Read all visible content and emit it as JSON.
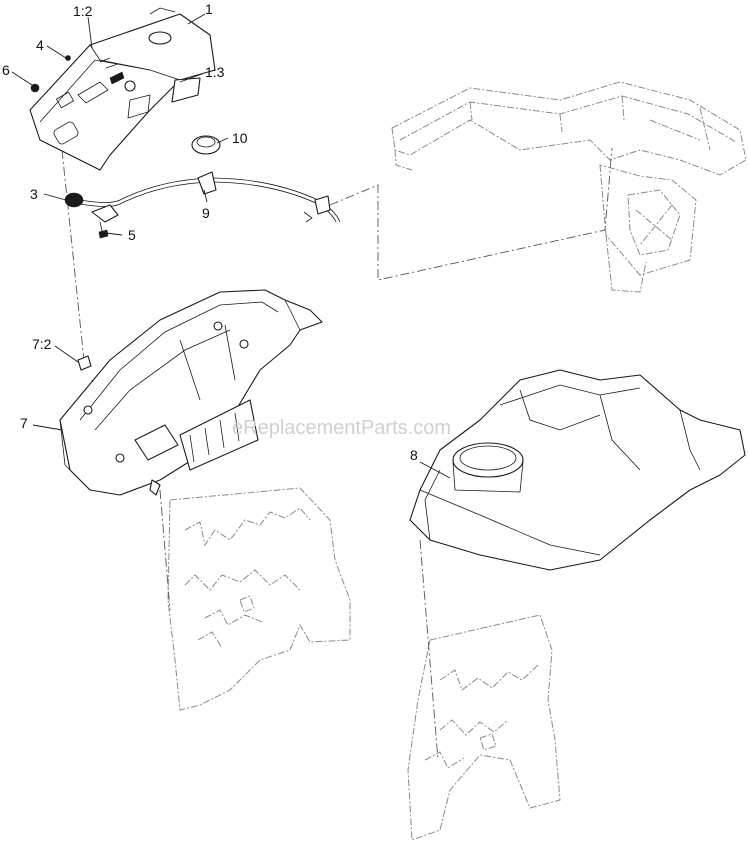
{
  "watermark": "eReplacementParts.com",
  "callouts": [
    {
      "id": "1",
      "label": "1"
    },
    {
      "id": "1-2",
      "label": "1:2"
    },
    {
      "id": "1-3",
      "label": "1:3"
    },
    {
      "id": "3",
      "label": "3"
    },
    {
      "id": "4",
      "label": "4"
    },
    {
      "id": "5",
      "label": "5"
    },
    {
      "id": "6",
      "label": "6"
    },
    {
      "id": "7",
      "label": "7"
    },
    {
      "id": "7-2",
      "label": "7:2"
    },
    {
      "id": "8",
      "label": "8"
    },
    {
      "id": "9",
      "label": "9"
    },
    {
      "id": "10",
      "label": "10"
    }
  ]
}
